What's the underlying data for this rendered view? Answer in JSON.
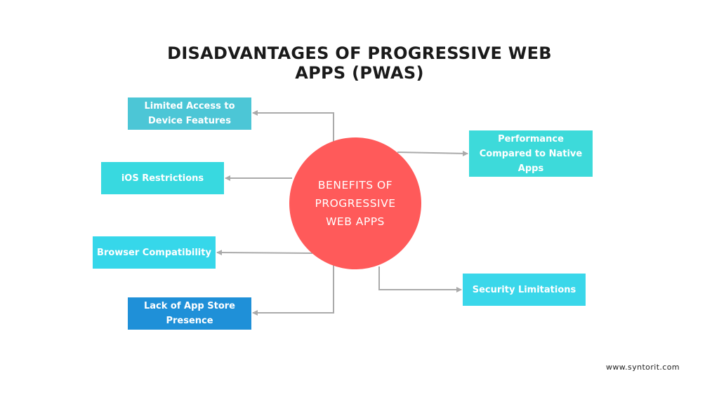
{
  "title": {
    "line1": "DISADVANTAGES OF PROGRESSIVE WEB",
    "line2": "APPS (PWAS)"
  },
  "center": {
    "line1": "BENEFITS OF",
    "line2": "PROGRESSIVE",
    "line3": "WEB APPS"
  },
  "nodes": {
    "limited_access": {
      "line1": "Limited Access to",
      "line2": "Device Features"
    },
    "ios_restrictions": {
      "line1": "iOS Restrictions"
    },
    "browser_compat": {
      "line1": "Browser Compatibility"
    },
    "app_store": {
      "line1": "Lack of App Store",
      "line2": "Presence"
    },
    "performance": {
      "line1": "Performance",
      "line2": "Compared to Native",
      "line3": "Apps"
    },
    "security": {
      "line1": "Security Limitations"
    }
  },
  "footer": "www.syntorit.com",
  "colors": {
    "center": "#ff5a5a",
    "connector": "#aaaaaa",
    "box_teal": "#38d9e0",
    "box_blue": "#1f90d8"
  }
}
